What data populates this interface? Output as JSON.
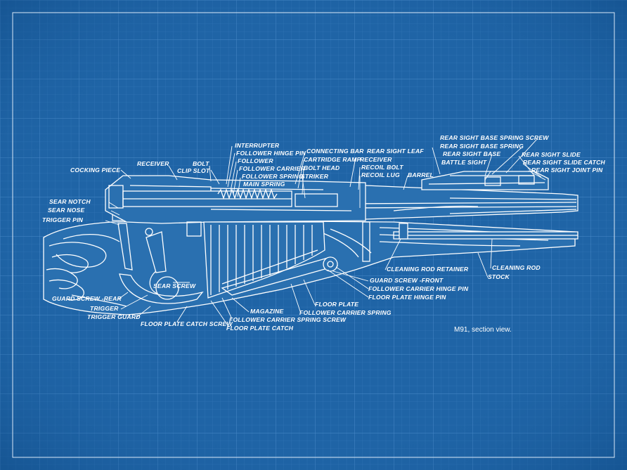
{
  "diagram": {
    "caption": "M91, section view.",
    "colors": {
      "background": "#1f64a6",
      "grid": "#3f82c2",
      "lines": "#ffffff"
    },
    "labels": [
      {
        "id": "cocking-piece",
        "text": "COCKING PIECE"
      },
      {
        "id": "receiver-top",
        "text": "RECEIVER"
      },
      {
        "id": "bolt",
        "text": "BOLT"
      },
      {
        "id": "clip-slot",
        "text": "CLIP SLOT"
      },
      {
        "id": "interrupter",
        "text": "INTERRUPTER"
      },
      {
        "id": "follower-hinge-pin",
        "text": "FOLLOWER HINGE PIN"
      },
      {
        "id": "follower",
        "text": "FOLLOWER"
      },
      {
        "id": "follower-carrier",
        "text": "FOLLOWER CARRIER"
      },
      {
        "id": "follower-spring",
        "text": "FOLLOWER SPRING"
      },
      {
        "id": "main-spring",
        "text": "MAIN SPRING"
      },
      {
        "id": "connecting-bar",
        "text": "CONNECTING BAR"
      },
      {
        "id": "cartridge-ramp",
        "text": "CARTRIDGE RAMP"
      },
      {
        "id": "bolt-head",
        "text": "BOLT HEAD"
      },
      {
        "id": "striker",
        "text": "STRIKER"
      },
      {
        "id": "rear-sight-leaf",
        "text": "REAR SIGHT LEAF"
      },
      {
        "id": "receiver-mid",
        "text": "RECEIVER"
      },
      {
        "id": "recoil-bolt",
        "text": "RECOIL BOLT"
      },
      {
        "id": "recoil-lug",
        "text": "RECOIL LUG"
      },
      {
        "id": "barrel",
        "text": "BARREL"
      },
      {
        "id": "rear-sight-base-spring-screw",
        "text": "REAR SIGHT BASE SPRING SCREW"
      },
      {
        "id": "rear-sight-base-spring",
        "text": "REAR SIGHT BASE SPRING"
      },
      {
        "id": "rear-sight-base",
        "text": "REAR SIGHT BASE"
      },
      {
        "id": "battle-sight",
        "text": "BATTLE SIGHT"
      },
      {
        "id": "rear-sight-slide",
        "text": "REAR SIGHT SLIDE"
      },
      {
        "id": "rear-sight-slide-catch",
        "text": "REAR SIGHT SLIDE CATCH"
      },
      {
        "id": "rear-sight-joint-pin",
        "text": "REAR SIGHT JOINT PIN"
      },
      {
        "id": "sear-notch",
        "text": "SEAR NOTCH"
      },
      {
        "id": "sear-nose",
        "text": "SEAR NOSE"
      },
      {
        "id": "trigger-pin",
        "text": "TRIGGER PIN"
      },
      {
        "id": "sear-screw",
        "text": "SEAR SCREW"
      },
      {
        "id": "guard-screw-rear",
        "text": "GUARD SCREW -REAR"
      },
      {
        "id": "trigger",
        "text": "TRIGGER"
      },
      {
        "id": "trigger-guard",
        "text": "TRIGGER GUARD"
      },
      {
        "id": "floor-plate-catch-screw",
        "text": "FLOOR PLATE CATCH SCREW"
      },
      {
        "id": "magazine",
        "text": "MAGAZINE"
      },
      {
        "id": "follower-carrier-spring-screw",
        "text": "FOLLOWER CARRIER SPRING SCREW"
      },
      {
        "id": "floor-plate-catch",
        "text": "FLOOR PLATE CATCH"
      },
      {
        "id": "floor-plate",
        "text": "FLOOR PLATE"
      },
      {
        "id": "follower-carrier-spring",
        "text": "FOLLOWER CARRIER SPRING"
      },
      {
        "id": "guard-screw-front",
        "text": "GUARD SCREW -FRONT"
      },
      {
        "id": "follower-carrier-hinge-pin",
        "text": "FOLLOWER CARRIER HINGE PIN"
      },
      {
        "id": "floor-plate-hinge-pin",
        "text": "FLOOR PLATE HINGE PIN"
      },
      {
        "id": "cleaning-rod-retainer",
        "text": "CLEANING ROD RETAINER"
      },
      {
        "id": "cleaning-rod",
        "text": "CLEANING ROD"
      },
      {
        "id": "stock",
        "text": "STOCK"
      }
    ]
  }
}
